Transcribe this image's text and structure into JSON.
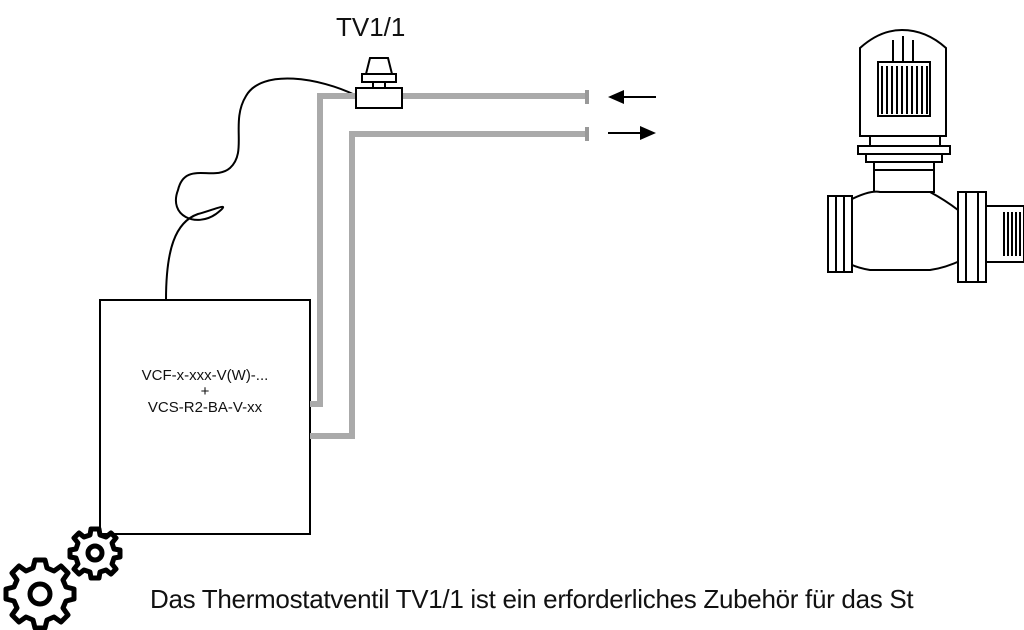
{
  "diagram": {
    "valve_label": "TV1/1",
    "unit_text": {
      "line1": "VCF-x-xxx-V(W)-...",
      "line2": "+",
      "line3": "VCS-R2-BA-V-xx"
    },
    "footer_note": "Das Thermostatventil TV1/1 ist ein erforderliches Zubehör für das St",
    "icons": [
      "gears-icon",
      "arrow-left-icon",
      "arrow-right-icon",
      "thermostatic-valve-icon",
      "valve-head-icon"
    ],
    "colors": {
      "line": "#000000",
      "pipe": "#aaaaaa",
      "background": "#ffffff"
    }
  }
}
